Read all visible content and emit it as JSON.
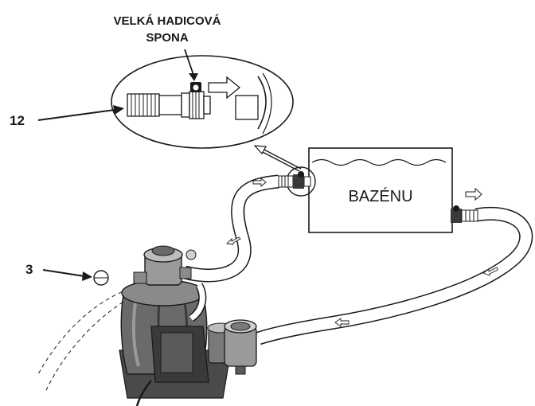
{
  "callout_title_line1": "VELKÁ HADICOVÁ",
  "callout_title_line2": "SPONA",
  "part_number_12": "12",
  "part_number_3": "3",
  "pool_label": "BAZÉNU",
  "colors": {
    "ink": "#1a1a1a",
    "hose_fill": "#ffffff",
    "pump_body": "#6a6a6a",
    "pump_dark": "#3a3a3a",
    "pump_light": "#9a9a9a"
  }
}
